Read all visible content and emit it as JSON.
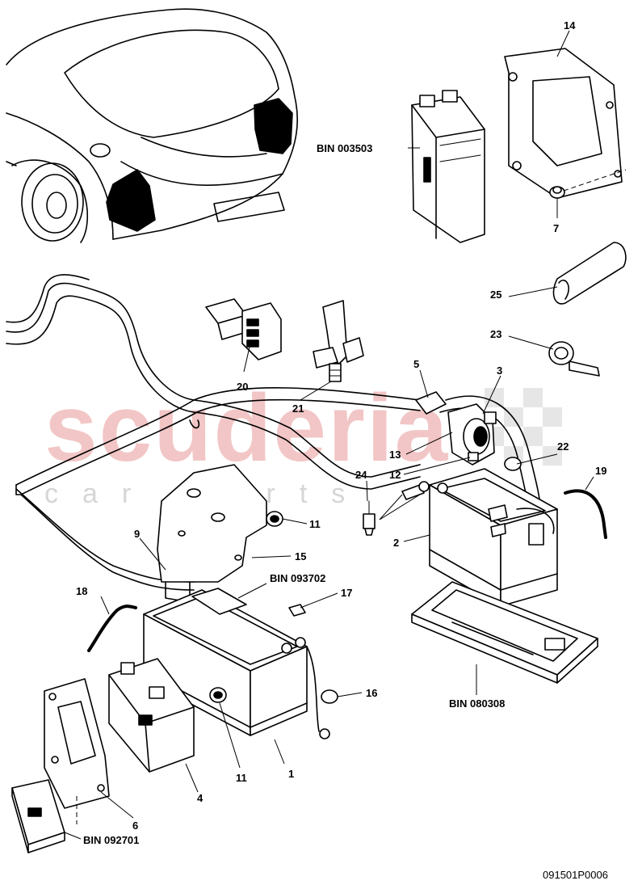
{
  "watermark": {
    "brand": "scuderia",
    "sub": "car parts"
  },
  "callouts": [
    {
      "id": "c1",
      "text": "1"
    },
    {
      "id": "c2",
      "text": "2"
    },
    {
      "id": "c3",
      "text": "3"
    },
    {
      "id": "c4",
      "text": "4"
    },
    {
      "id": "c5",
      "text": "5"
    },
    {
      "id": "c6",
      "text": "6"
    },
    {
      "id": "c7",
      "text": "7"
    },
    {
      "id": "c9",
      "text": "9"
    },
    {
      "id": "c11a",
      "text": "11"
    },
    {
      "id": "c11b",
      "text": "11"
    },
    {
      "id": "c12",
      "text": "12"
    },
    {
      "id": "c13",
      "text": "13"
    },
    {
      "id": "c14",
      "text": "14"
    },
    {
      "id": "c15",
      "text": "15"
    },
    {
      "id": "c16",
      "text": "16"
    },
    {
      "id": "c17",
      "text": "17"
    },
    {
      "id": "c18",
      "text": "18"
    },
    {
      "id": "c19",
      "text": "19"
    },
    {
      "id": "c20",
      "text": "20"
    },
    {
      "id": "c21",
      "text": "21"
    },
    {
      "id": "c22",
      "text": "22"
    },
    {
      "id": "c23",
      "text": "23"
    },
    {
      "id": "c24",
      "text": "24"
    },
    {
      "id": "c25",
      "text": "25"
    }
  ],
  "bin_refs": [
    {
      "id": "b1",
      "text": "BIN 003503"
    },
    {
      "id": "b2",
      "text": "BIN 093702"
    },
    {
      "id": "b3",
      "text": "BIN 080308"
    },
    {
      "id": "b4",
      "text": "BIN 092701"
    }
  ],
  "diagram_code": "091501P0006"
}
